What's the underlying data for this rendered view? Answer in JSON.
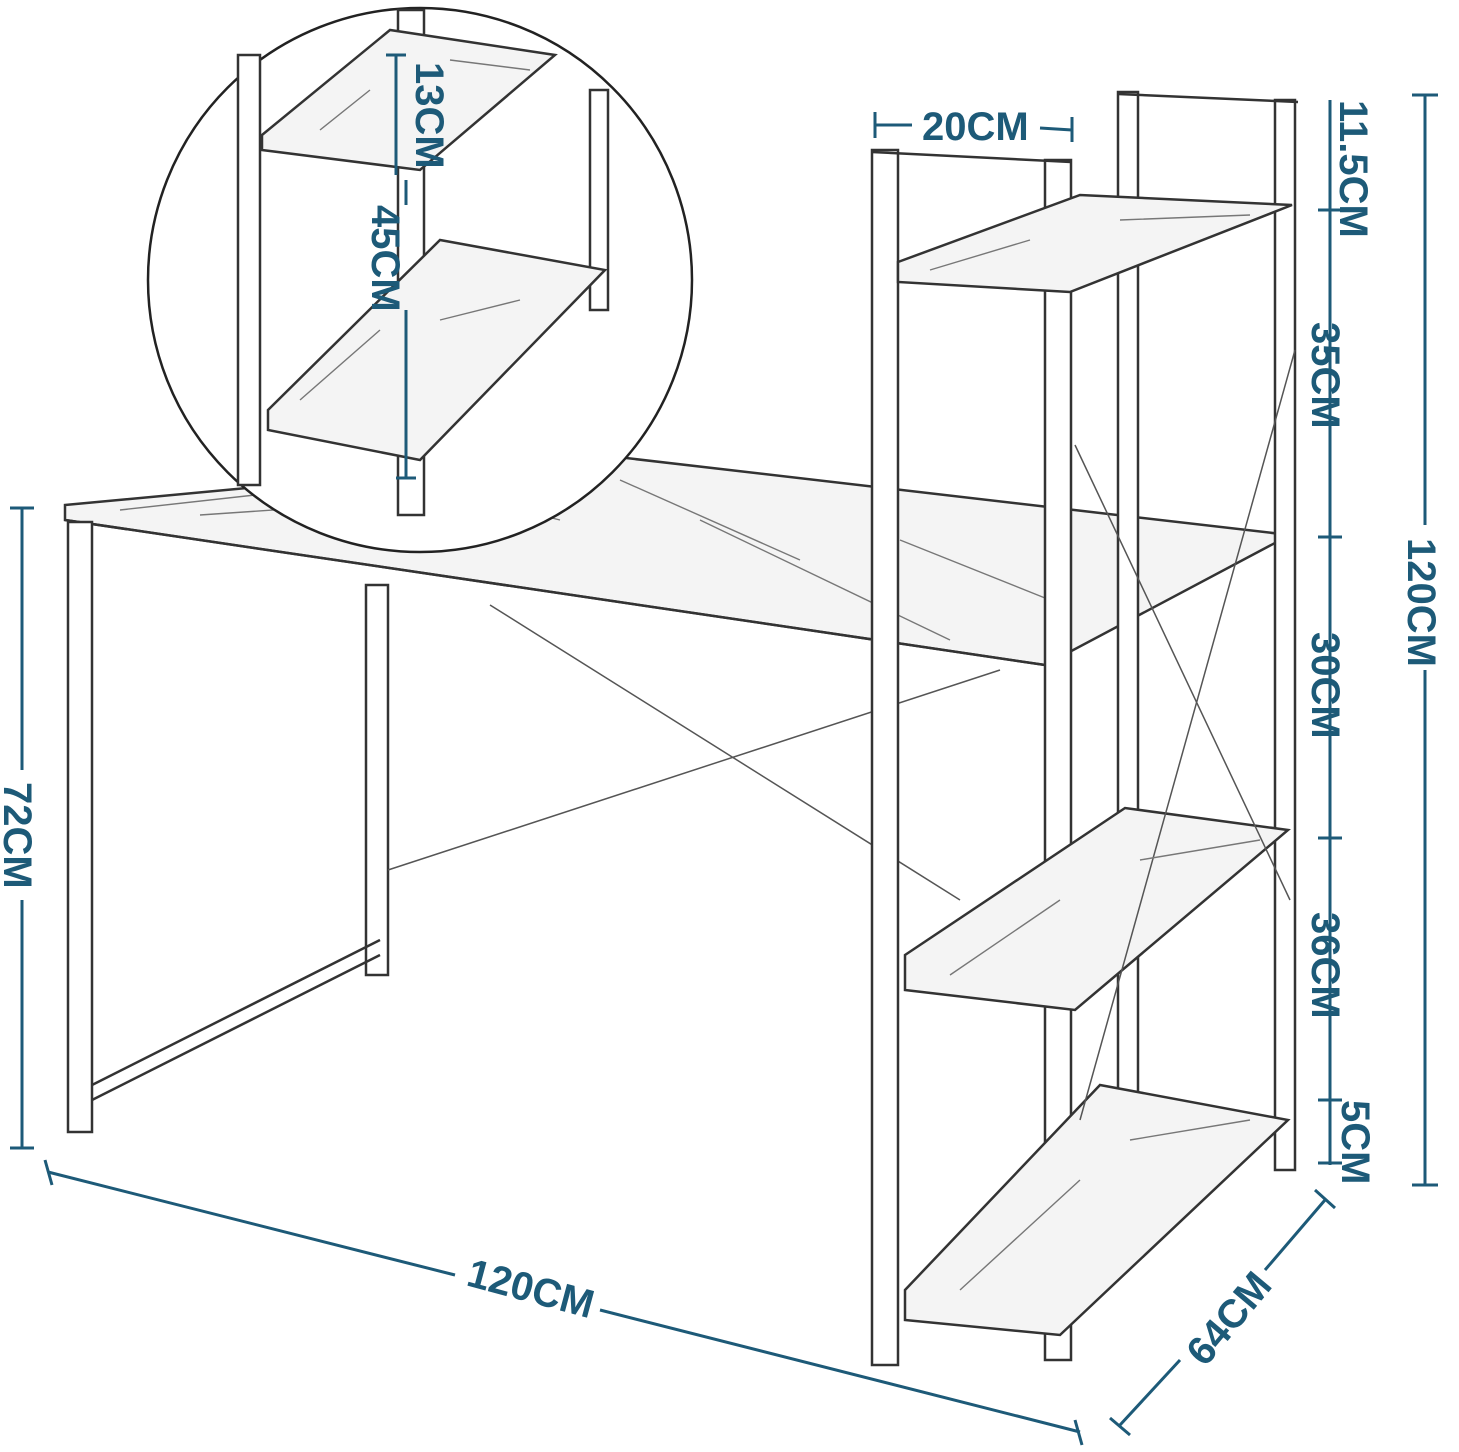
{
  "dimensions": {
    "shelf_width": "20CM",
    "top_gap": "11.5CM",
    "upper_shelf_gap": "35CM",
    "desk_to_shelf_gap": "30CM",
    "lower_shelf_gap": "36CM",
    "bottom_clearance": "5CM",
    "total_height": "120CM",
    "desk_height": "72CM",
    "total_width": "120CM",
    "depth": "64CM",
    "inset_small_gap": "13CM",
    "inset_shelf_gap": "45CM"
  },
  "colors": {
    "dimension": "#1d5a78"
  }
}
